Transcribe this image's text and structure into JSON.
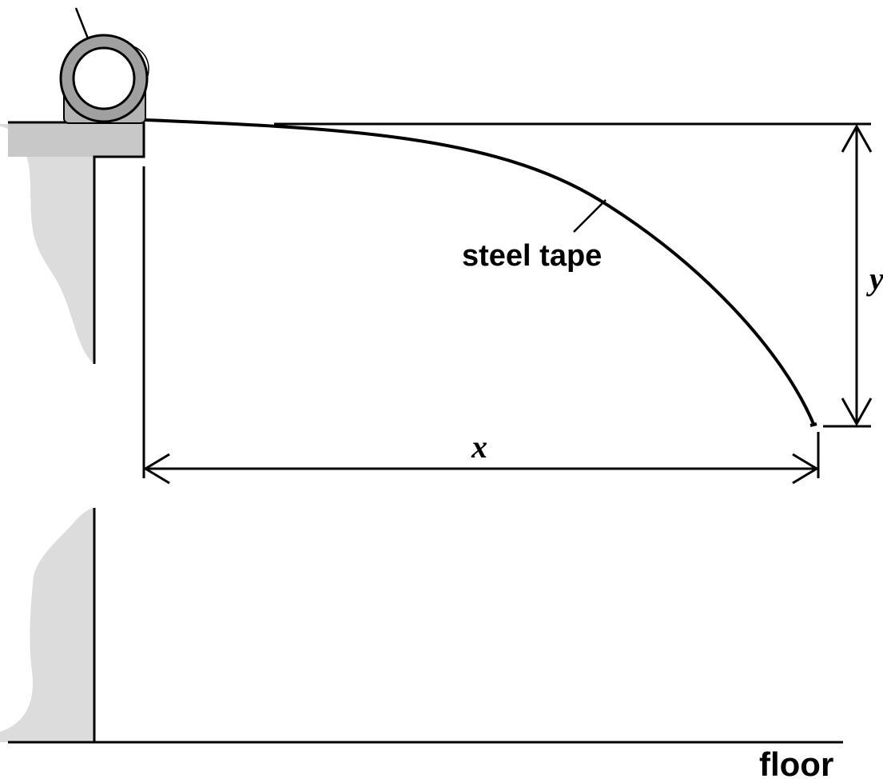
{
  "labels": {
    "tape": "steel tape",
    "x": "x",
    "y": "y",
    "floor": "floor"
  },
  "colors": {
    "wall_fill": "#dcdcdc",
    "table_fill": "#c8c8c8",
    "reel_outer": "#a0a0a0",
    "reel_inner": "#ffffff",
    "reel_base": "#b4b4b4",
    "line": "#000000"
  }
}
